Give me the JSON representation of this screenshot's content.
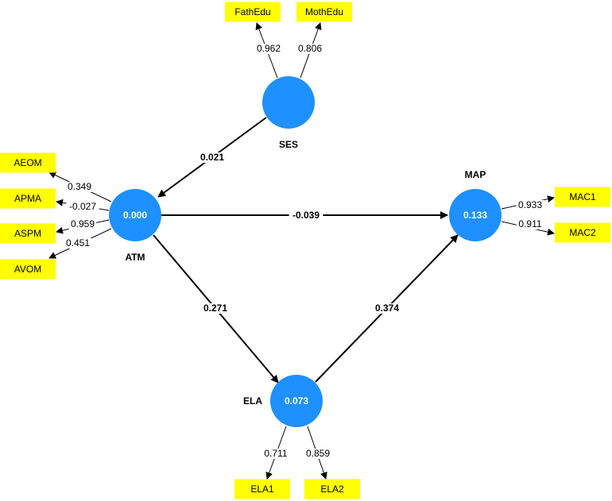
{
  "diagram": {
    "type": "PLS-SEM path model",
    "colors": {
      "latent": "#1e90ff",
      "indicator": "#ffff00",
      "line": "#000000"
    },
    "latents": [
      {
        "id": "SES",
        "name": "SES",
        "value": ""
      },
      {
        "id": "ATM",
        "name": "ATM",
        "value": "0.000"
      },
      {
        "id": "MAP",
        "name": "MAP",
        "value": "0.133"
      },
      {
        "id": "ELA",
        "name": "ELA",
        "value": "0.073"
      }
    ],
    "indicators": [
      {
        "id": "FathEdu",
        "label": "FathEdu",
        "latent": "SES",
        "loading": "0.962"
      },
      {
        "id": "MothEdu",
        "label": "MothEdu",
        "latent": "SES",
        "loading": "0.806"
      },
      {
        "id": "AEOM",
        "label": "AEOM",
        "latent": "ATM",
        "loading": "0.349"
      },
      {
        "id": "APMA",
        "label": "APMA",
        "latent": "ATM",
        "loading": "-0.027"
      },
      {
        "id": "ASPM",
        "label": "ASPM",
        "latent": "ATM",
        "loading": "0.959"
      },
      {
        "id": "AVOM",
        "label": "AVOM",
        "latent": "ATM",
        "loading": "0.451"
      },
      {
        "id": "MAC1",
        "label": "MAC1",
        "latent": "MAP",
        "loading": "0.933"
      },
      {
        "id": "MAC2",
        "label": "MAC2",
        "latent": "MAP",
        "loading": "0.911"
      },
      {
        "id": "ELA1",
        "label": "ELA1",
        "latent": "ELA",
        "loading": "0.711"
      },
      {
        "id": "ELA2",
        "label": "ELA2",
        "latent": "ELA",
        "loading": "0.859"
      }
    ],
    "paths": [
      {
        "from": "SES",
        "to": "ATM",
        "coef": "0.021"
      },
      {
        "from": "ATM",
        "to": "MAP",
        "coef": "-0.039"
      },
      {
        "from": "ATM",
        "to": "ELA",
        "coef": "0.271"
      },
      {
        "from": "ELA",
        "to": "MAP",
        "coef": "0.374"
      }
    ]
  }
}
